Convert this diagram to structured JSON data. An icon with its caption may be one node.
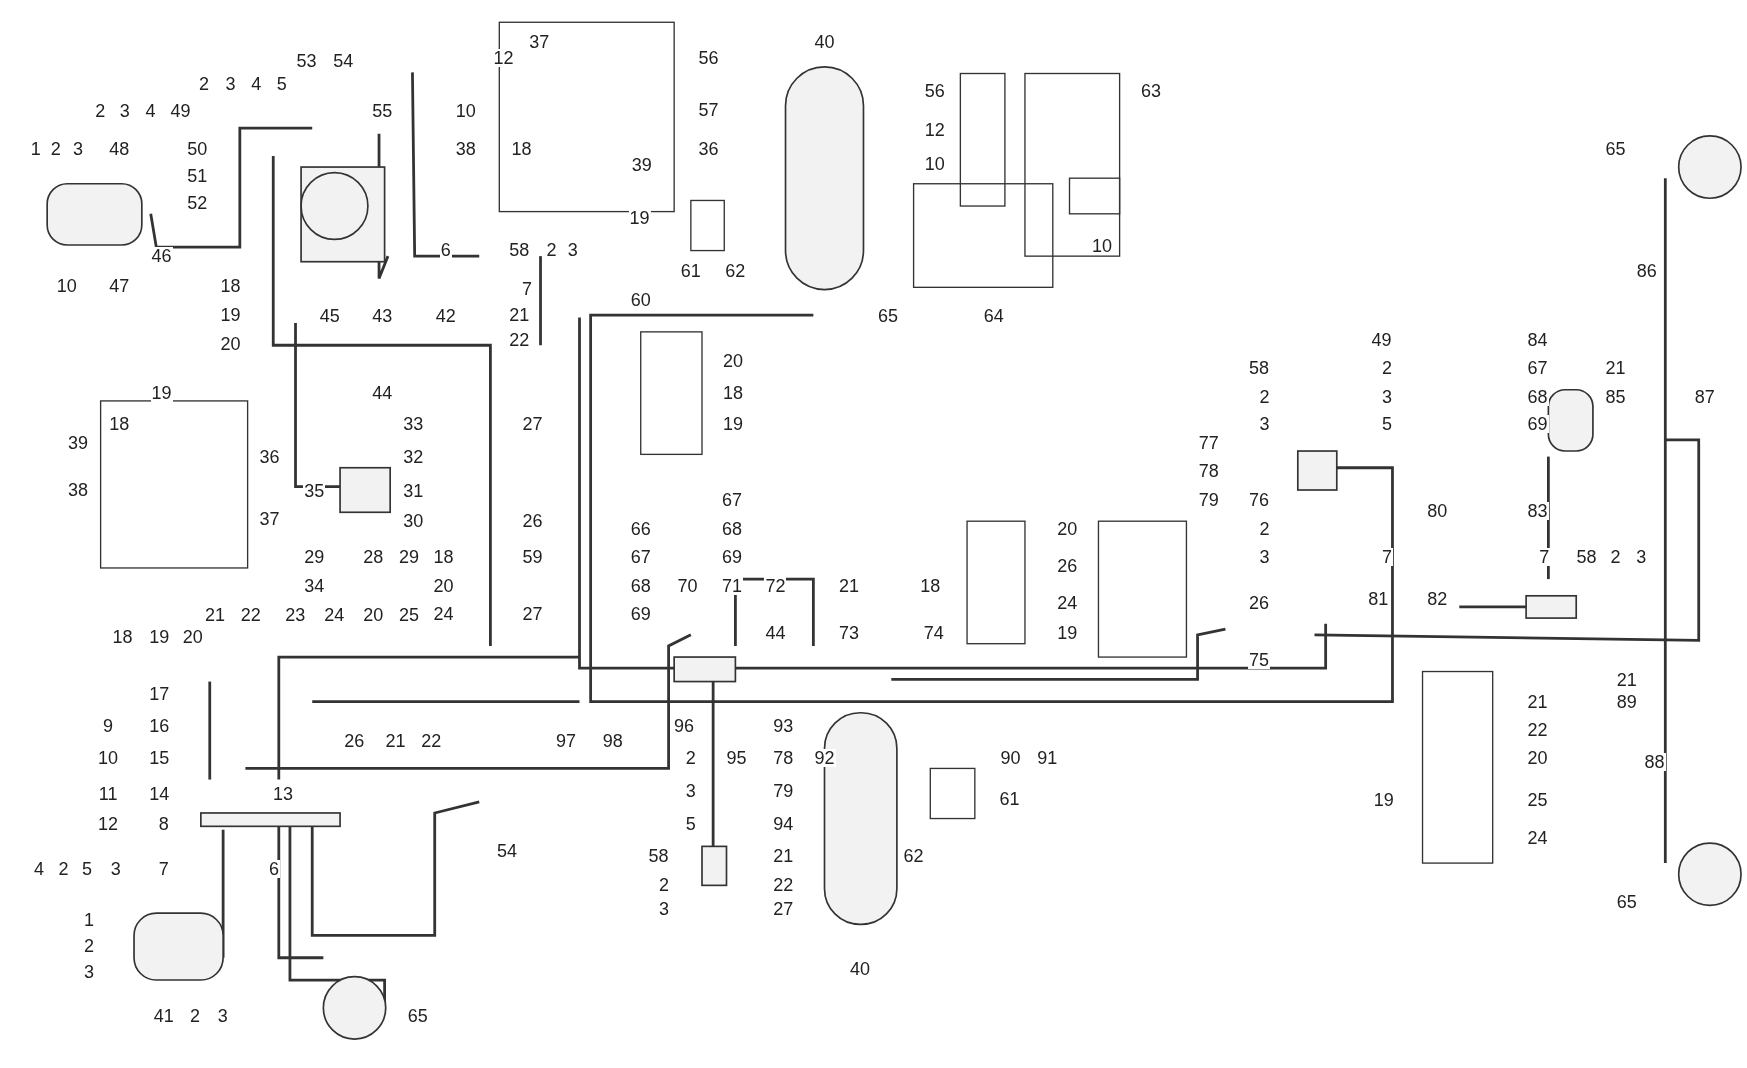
{
  "diagram": {
    "labels": [
      "37",
      "40",
      "53",
      "54",
      "12",
      "56",
      "2",
      "3",
      "4",
      "5",
      "56",
      "63",
      "2",
      "3",
      "4",
      "49",
      "55",
      "10",
      "57",
      "12",
      "1",
      "2",
      "3",
      "48",
      "50",
      "38",
      "18",
      "36",
      "65",
      "39",
      "10",
      "51",
      "52",
      "19",
      "46",
      "6",
      "58",
      "2",
      "3",
      "10",
      "61",
      "62",
      "86",
      "10",
      "47",
      "18",
      "7",
      "60",
      "19",
      "45",
      "43",
      "42",
      "21",
      "65",
      "64",
      "20",
      "22",
      "49",
      "84",
      "20",
      "58",
      "2",
      "67",
      "21",
      "19",
      "44",
      "18",
      "2",
      "3",
      "68",
      "85",
      "87",
      "18",
      "33",
      "27",
      "19",
      "3",
      "5",
      "69",
      "39",
      "77",
      "36",
      "32",
      "78",
      "38",
      "35",
      "31",
      "67",
      "79",
      "76",
      "80",
      "83",
      "37",
      "30",
      "26",
      "66",
      "68",
      "20",
      "2",
      "29",
      "28",
      "29",
      "18",
      "59",
      "67",
      "69",
      "3",
      "7",
      "7",
      "58",
      "2",
      "3",
      "26",
      "34",
      "20",
      "68",
      "70",
      "71",
      "72",
      "21",
      "18",
      "24",
      "26",
      "81",
      "82",
      "21",
      "22",
      "23",
      "24",
      "20",
      "25",
      "24",
      "27",
      "69",
      "18",
      "19",
      "20",
      "44",
      "73",
      "74",
      "19",
      "75",
      "21",
      "17",
      "21",
      "89",
      "9",
      "16",
      "96",
      "93",
      "22",
      "26",
      "21",
      "22",
      "97",
      "98",
      "10",
      "15",
      "2",
      "95",
      "78",
      "92",
      "90",
      "91",
      "20",
      "88",
      "11",
      "14",
      "13",
      "3",
      "79",
      "61",
      "19",
      "25",
      "12",
      "8",
      "5",
      "94",
      "24",
      "54",
      "58",
      "21",
      "62",
      "4",
      "2",
      "5",
      "3",
      "7",
      "6",
      "2",
      "22",
      "3",
      "27",
      "65",
      "1",
      "2",
      "3",
      "40",
      "41",
      "2",
      "3",
      "65"
    ]
  }
}
